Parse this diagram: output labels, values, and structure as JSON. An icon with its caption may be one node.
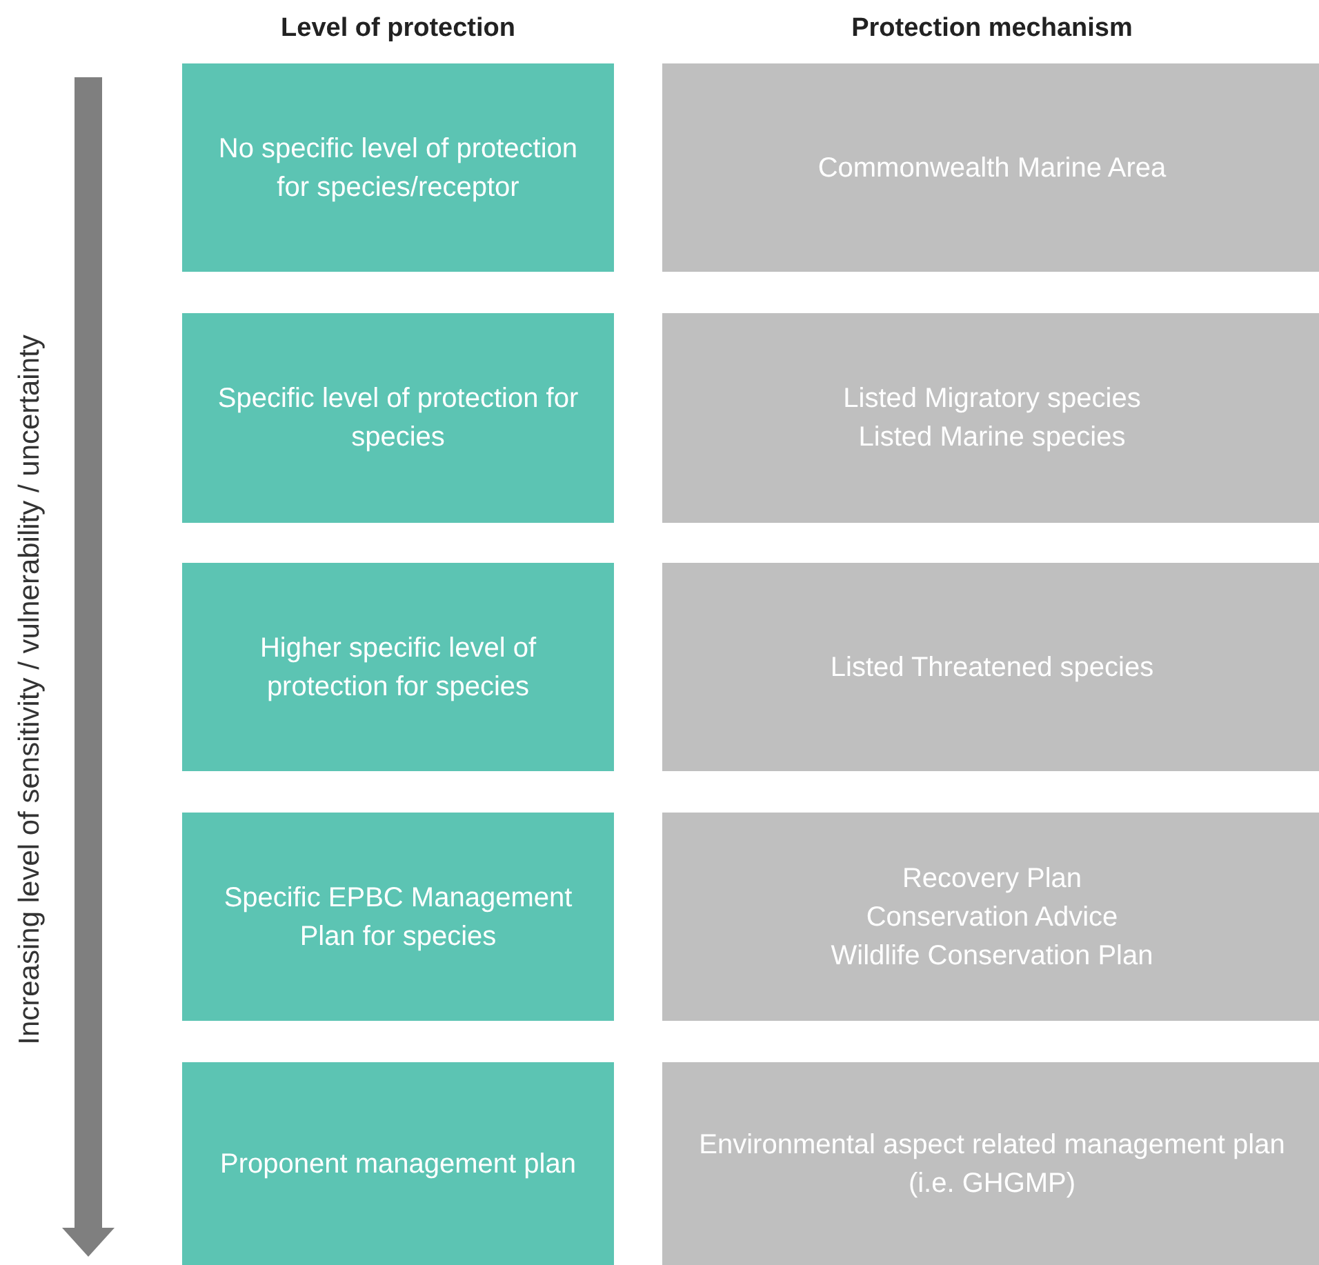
{
  "diagram": {
    "nodes": [
      {
        "text": [
          "No specific level of protection for species/receptor"
        ]
      },
      {
        "text": [
          "Commonwealth Marine Area"
        ]
      },
      {
        "text": [
          "Specific level of protection for species"
        ]
      },
      {
        "text": [
          "Listed Migratory species",
          "Listed Marine species"
        ]
      },
      {
        "text": [
          "Higher specific level of protection for species"
        ]
      },
      {
        "text": [
          "Listed Threatened species"
        ]
      },
      {
        "text": [
          "Specific EPBC Management Plan for species"
        ]
      },
      {
        "text": [
          "Recovery Plan",
          "Conservation Advice",
          "Wildlife Conservation Plan"
        ]
      },
      {
        "text": [
          "Proponent management plan"
        ]
      },
      {
        "text": [
          "Environmental aspect related management plan (i.e. GHGMP)"
        ]
      }
    ],
    "labels": [
      "Level of protection",
      "Protection mechanism",
      "Increasing level of sensitivity / vulnerability / uncertainty"
    ]
  }
}
